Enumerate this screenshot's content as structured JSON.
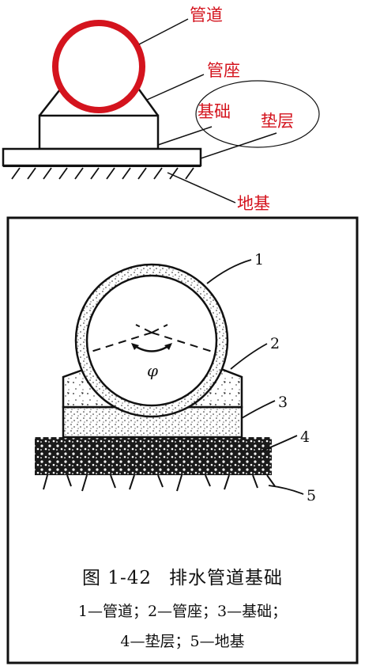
{
  "top_diagram": {
    "labels": {
      "pipe": "管道",
      "pipe_seat": "管座",
      "foundation": "基础",
      "cushion": "垫层",
      "subgrade": "地基"
    },
    "colors": {
      "pipe": "#d4141e",
      "label": "#d4141e",
      "line": "#111111"
    }
  },
  "bottom_diagram": {
    "callouts": [
      "1",
      "2",
      "3",
      "4",
      "5"
    ],
    "angle_symbol": "φ",
    "caption": {
      "figure_no": "图 1-42",
      "title": "排水管道基础",
      "legend_line1": "1—管道；2—管座；3—基础；",
      "legend_line2": "4—垫层；5—地基"
    }
  }
}
